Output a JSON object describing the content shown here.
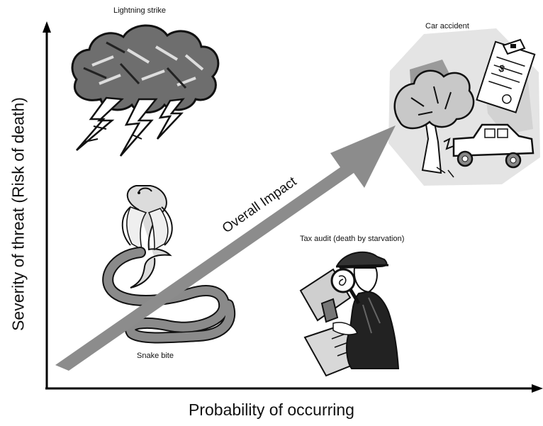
{
  "axes": {
    "x_label": "Probability of occurring",
    "y_label": "Severity of threat (Risk of death)"
  },
  "arrow": {
    "label": "Overall Impact",
    "color": "#8c8c8c"
  },
  "items": [
    {
      "id": "lightning",
      "label": "Lightning strike"
    },
    {
      "id": "car",
      "label": "Car accident"
    },
    {
      "id": "tax",
      "label": "Tax audit (death by starvation)"
    },
    {
      "id": "snake",
      "label": "Snake bite"
    }
  ]
}
